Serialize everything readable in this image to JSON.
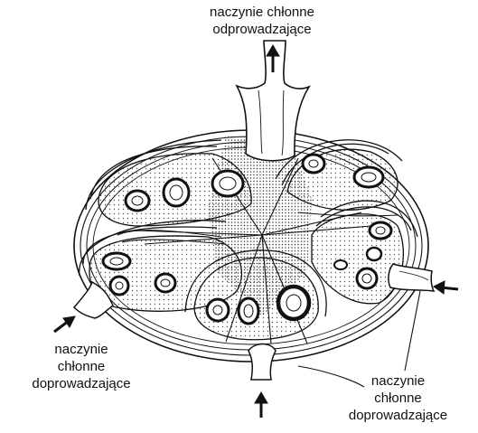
{
  "labels": {
    "top": {
      "line1": "naczynie chłonne",
      "line2": "odprowadzające"
    },
    "left": {
      "line1": "naczynie",
      "line2": "chłonne",
      "line3": "doprowadzające"
    },
    "right": {
      "line1": "naczynie",
      "line2": "chłonne",
      "line3": "doprowadzające"
    }
  },
  "colors": {
    "ink": "#111111",
    "paper": "#ffffff",
    "stipple": "#555555"
  },
  "icons": [
    "arrow-up-icon",
    "arrow-right-icon",
    "arrow-left-icon"
  ]
}
